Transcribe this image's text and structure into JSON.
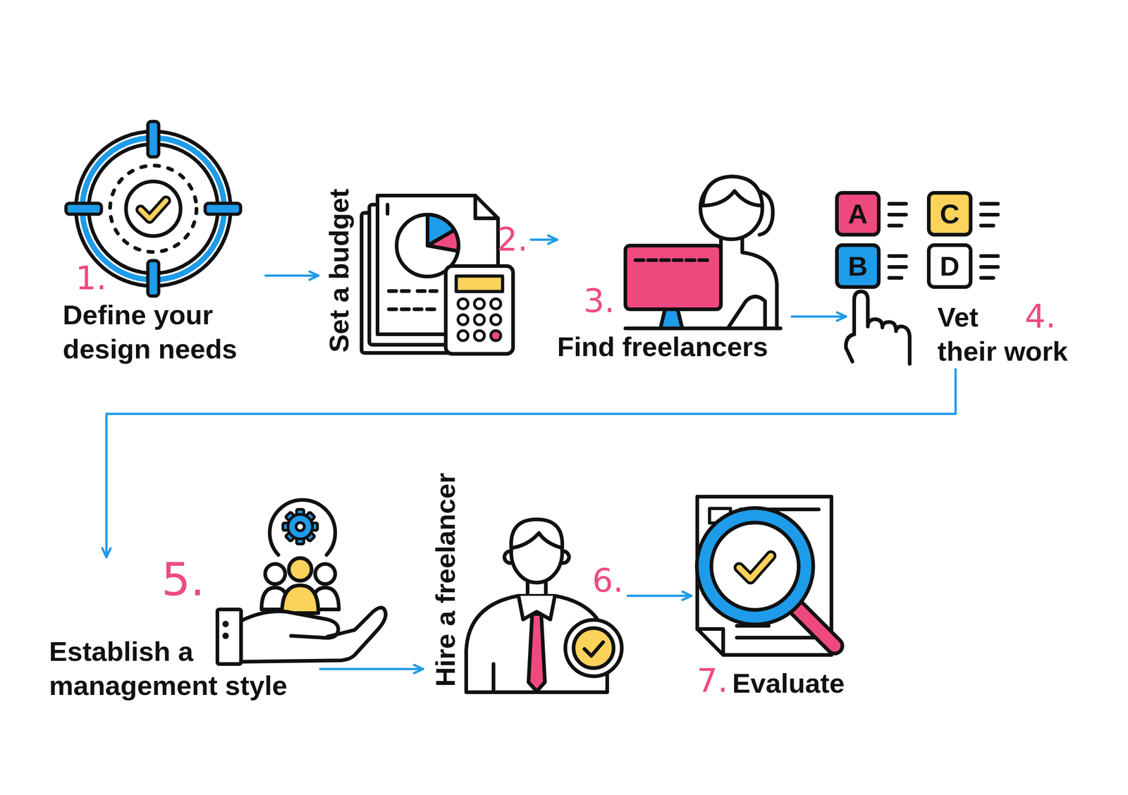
{
  "diagram": {
    "nodes": [
      {
        "text": [
          "1.",
          "Define your design needs"
        ]
      },
      {
        "text": [
          "2.",
          "Set a budget"
        ]
      },
      {
        "text": [
          "3.",
          "Find freelancers"
        ]
      },
      {
        "text": [
          "4.",
          "Vet their work"
        ]
      },
      {
        "text": [
          "5.",
          "Establish a management style"
        ]
      },
      {
        "text": [
          "6.",
          "Hire a freelancer"
        ]
      },
      {
        "text": [
          "7.",
          "Evaluate"
        ]
      }
    ],
    "edges": [
      {
        "from": 0,
        "to": 1,
        "arrow": "to"
      },
      {
        "from": 1,
        "to": 2,
        "arrow": "to"
      },
      {
        "from": 2,
        "to": 3,
        "arrow": "to"
      },
      {
        "from": 3,
        "to": 4,
        "arrow": "to"
      },
      {
        "from": 4,
        "to": 5,
        "arrow": "to"
      },
      {
        "from": 5,
        "to": 6,
        "arrow": "to"
      }
    ],
    "labels": [
      "A",
      "C",
      "B",
      "D"
    ]
  }
}
